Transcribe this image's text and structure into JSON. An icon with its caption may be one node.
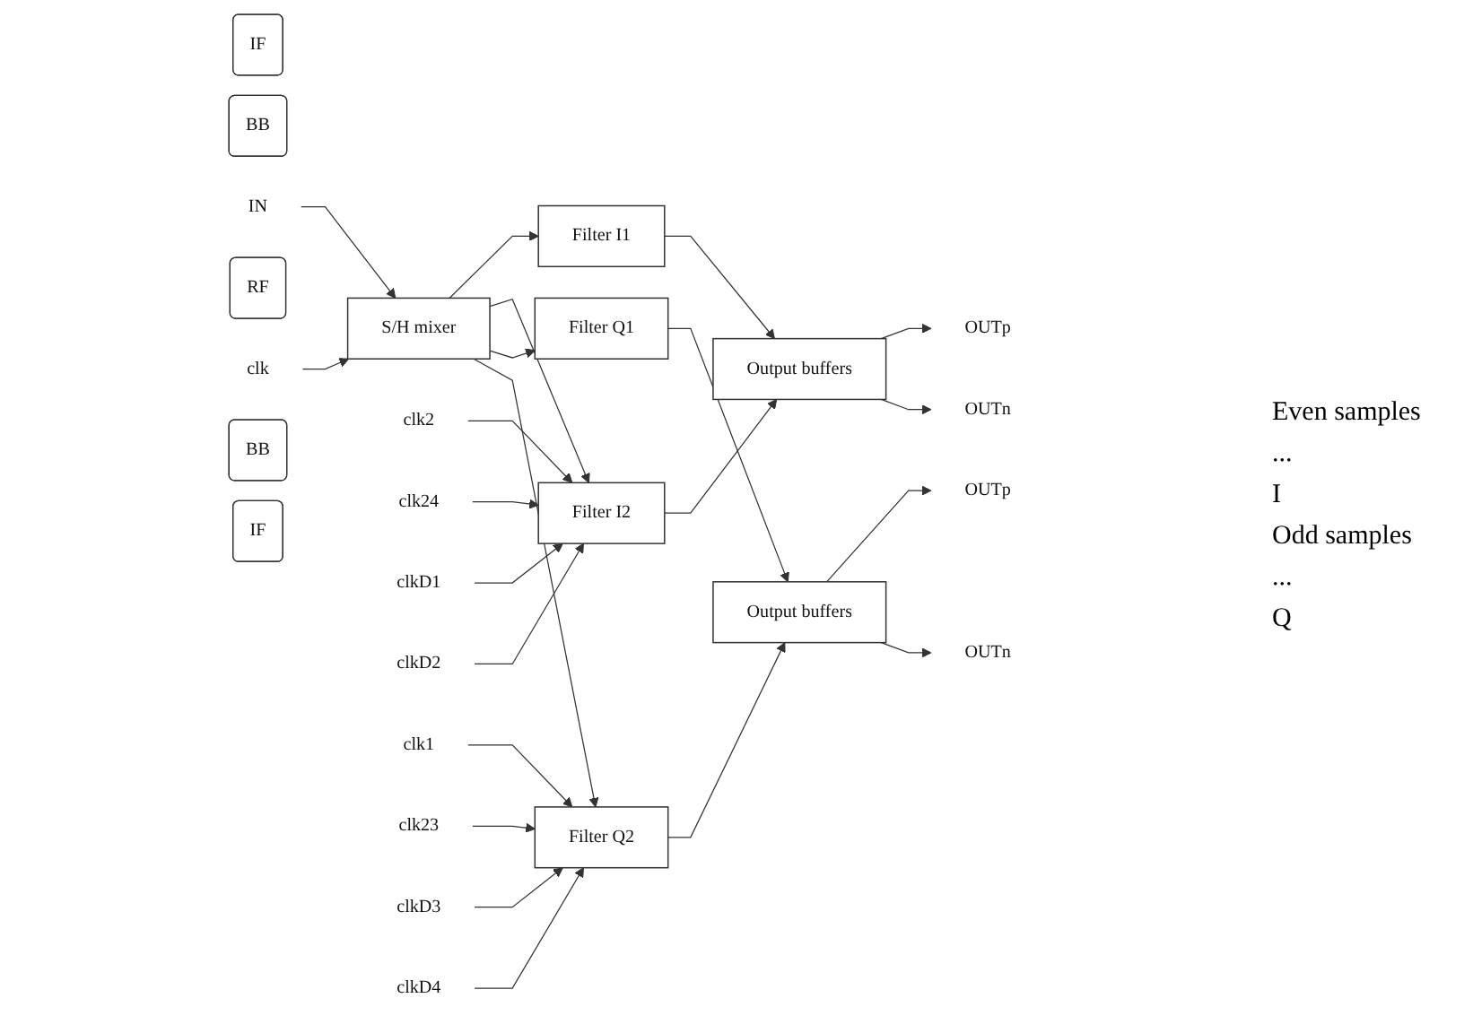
{
  "diagram": {
    "nodes": [
      {
        "text": [
          "IF"
        ]
      },
      {
        "text": [
          "Filter I1"
        ]
      },
      {
        "text": [
          "Filter I2"
        ]
      },
      {
        "text": [
          "Output buffers"
        ]
      },
      {
        "text": [
          "OUTp"
        ]
      },
      {
        "text": [
          "OUTn"
        ]
      },
      {
        "text": [
          "BB"
        ]
      },
      {
        "text": [
          "IN"
        ]
      },
      {
        "text": [
          "S/H mixer"
        ]
      },
      {
        "text": [
          "RF"
        ]
      },
      {
        "text": [
          "clk"
        ]
      },
      {
        "text": [
          "clk2"
        ]
      },
      {
        "text": [
          "clk24"
        ]
      },
      {
        "text": [
          "clkD1"
        ]
      },
      {
        "text": [
          "clkD2"
        ]
      },
      {
        "text": [
          "Filter Q1"
        ]
      },
      {
        "text": [
          "Filter Q2"
        ]
      },
      {
        "text": [
          "Output buffers"
        ]
      },
      {
        "text": [
          "OUTp"
        ]
      },
      {
        "text": [
          "OUTn"
        ]
      },
      {
        "text": [
          "BB"
        ]
      },
      {
        "text": [
          "IF"
        ]
      },
      {
        "text": [
          "clk1"
        ]
      },
      {
        "text": [
          "clk23"
        ]
      },
      {
        "text": [
          "clkD3"
        ]
      },
      {
        "text": [
          "clkD4"
        ]
      }
    ],
    "edges": [
      {
        "from": 7,
        "to": 8,
        "arrow": "to"
      },
      {
        "from": 10,
        "to": 8,
        "arrow": "to"
      },
      {
        "from": 8,
        "to": 1,
        "arrow": "to"
      },
      {
        "from": 8,
        "to": 2,
        "arrow": "to"
      },
      {
        "from": 8,
        "to": 15,
        "arrow": "to"
      },
      {
        "from": 8,
        "to": 16,
        "arrow": "to"
      },
      {
        "from": 1,
        "to": 3,
        "arrow": "to"
      },
      {
        "from": 2,
        "to": 3,
        "arrow": "to"
      },
      {
        "from": 3,
        "to": 4,
        "arrow": "to"
      },
      {
        "from": 3,
        "to": 5,
        "arrow": "to"
      },
      {
        "from": 11,
        "to": 2,
        "arrow": "to"
      },
      {
        "from": 12,
        "to": 2,
        "arrow": "to"
      },
      {
        "from": 13,
        "to": 2,
        "arrow": "to"
      },
      {
        "from": 14,
        "to": 2,
        "arrow": "to"
      },
      {
        "from": 15,
        "to": 17,
        "arrow": "to"
      },
      {
        "from": 16,
        "to": 17,
        "arrow": "to"
      },
      {
        "from": 17,
        "to": 18,
        "arrow": "to"
      },
      {
        "from": 17,
        "to": 19,
        "arrow": "to"
      },
      {
        "from": 22,
        "to": 16,
        "arrow": "to"
      },
      {
        "from": 23,
        "to": 16,
        "arrow": "to"
      },
      {
        "from": 24,
        "to": 16,
        "arrow": "to"
      },
      {
        "from": 25,
        "to": 16,
        "arrow": "to"
      }
    ],
    "labels": [
      "Even samples",
      "...",
      "I",
      "Odd samples",
      "...",
      "Q"
    ]
  }
}
